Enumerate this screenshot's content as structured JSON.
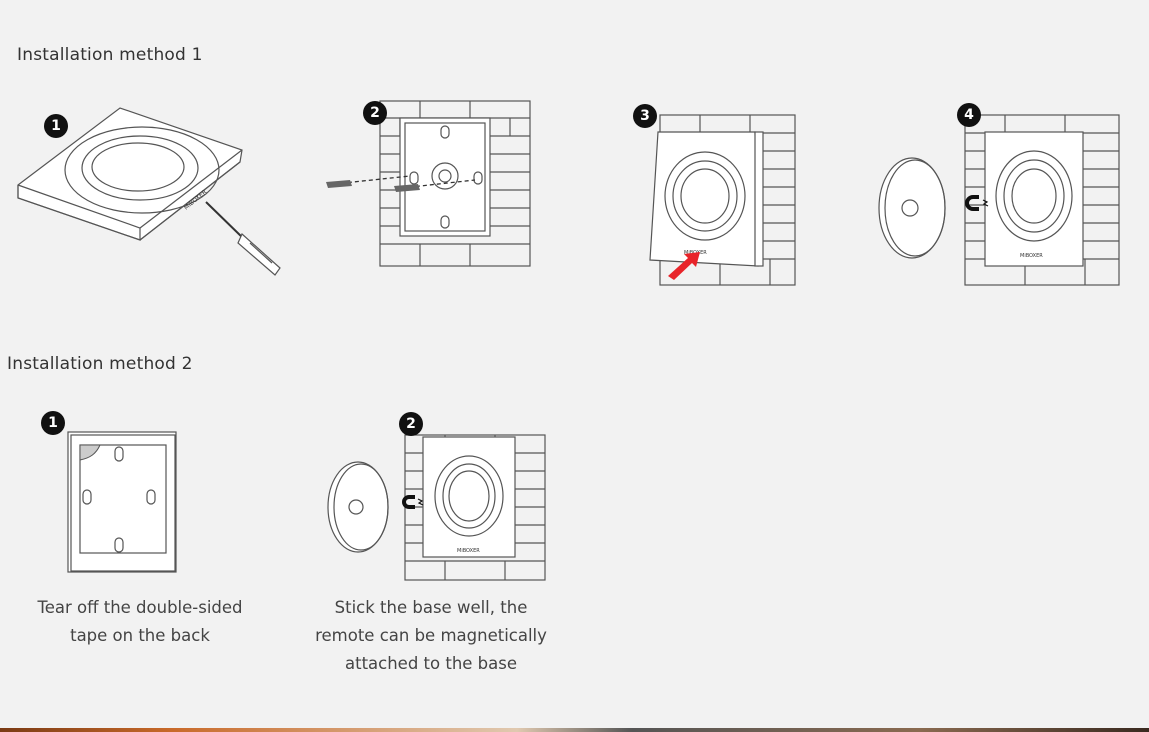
{
  "method1": {
    "heading": "Installation method 1",
    "steps": [
      {
        "number": "1",
        "brand": "MiBOXER"
      },
      {
        "number": "2"
      },
      {
        "number": "3",
        "brand": "MiBOXER"
      },
      {
        "number": "4",
        "brand": "MiBOXER"
      }
    ]
  },
  "method2": {
    "heading": "Installation method 2",
    "steps": [
      {
        "number": "1",
        "caption_lines": [
          "Tear off the double-sided",
          "tape on the back"
        ]
      },
      {
        "number": "2",
        "brand": "MiBOXER",
        "caption_lines": [
          "Stick the base well, the",
          "remote can be magnetically",
          "attached to the base"
        ]
      }
    ]
  },
  "colors": {
    "background": "#f2f2f2",
    "badge": "#111111",
    "arrow": "#e8242a",
    "magnet": "#111111"
  },
  "icons": [
    "screwdriver-icon",
    "screw-icon",
    "magnet-icon",
    "push-arrow-icon"
  ]
}
